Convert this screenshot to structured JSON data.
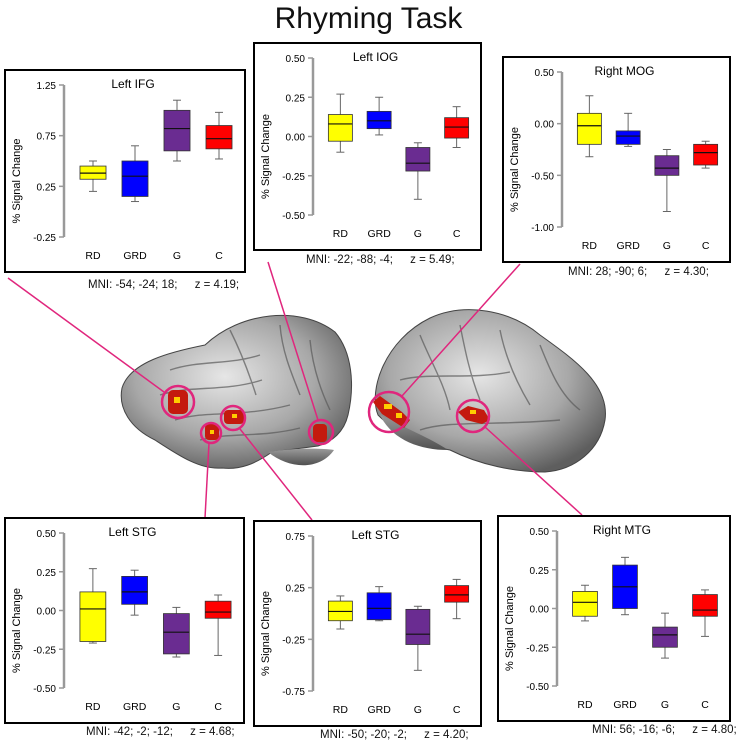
{
  "title": "Rhyming Task",
  "y_axis_label": "% Signal Change",
  "colors": {
    "RD": "#ffff00",
    "GRD": "#0000ff",
    "G": "#6a2c91",
    "C": "#ff0000",
    "connector": "#e0267d"
  },
  "chart_data": [
    {
      "type": "box",
      "title": "Left IFG",
      "categories": [
        "RD",
        "GRD",
        "G",
        "C"
      ],
      "ylabel": "% Signal Change",
      "ylim": [
        -0.25,
        1.25
      ],
      "yticks": [
        "1.25",
        "0.75",
        "0.25",
        "-0.25"
      ],
      "ytick_values": [
        1.25,
        0.75,
        0.25,
        -0.25
      ],
      "boxes": [
        {
          "min": 0.2,
          "q1": 0.32,
          "median": 0.38,
          "q3": 0.45,
          "max": 0.5
        },
        {
          "min": 0.1,
          "q1": 0.15,
          "median": 0.35,
          "q3": 0.5,
          "max": 0.65
        },
        {
          "min": 0.5,
          "q1": 0.6,
          "median": 0.82,
          "q3": 1.0,
          "max": 1.1
        },
        {
          "min": 0.52,
          "q1": 0.62,
          "median": 0.72,
          "q3": 0.85,
          "max": 0.98
        }
      ],
      "mni": "MNI: -54; -24; 18;",
      "z": "z = 4.19;"
    },
    {
      "type": "box",
      "title": "Left IOG",
      "categories": [
        "RD",
        "GRD",
        "G",
        "C"
      ],
      "ylabel": "% Signal Change",
      "ylim": [
        -0.5,
        0.5
      ],
      "yticks": [
        "0.50",
        "0.25",
        "0.00",
        "-0.25",
        "-0.50"
      ],
      "ytick_values": [
        0.5,
        0.25,
        0.0,
        -0.25,
        -0.5
      ],
      "boxes": [
        {
          "min": -0.1,
          "q1": -0.03,
          "median": 0.08,
          "q3": 0.14,
          "max": 0.27
        },
        {
          "min": 0.01,
          "q1": 0.05,
          "median": 0.1,
          "q3": 0.16,
          "max": 0.25
        },
        {
          "min": -0.4,
          "q1": -0.22,
          "median": -0.17,
          "q3": -0.07,
          "max": -0.04
        },
        {
          "min": -0.07,
          "q1": -0.01,
          "median": 0.06,
          "q3": 0.12,
          "max": 0.19
        }
      ],
      "mni": "MNI: -22; -88; -4;",
      "z": "z = 5.49;"
    },
    {
      "type": "box",
      "title": "Right MOG",
      "categories": [
        "RD",
        "GRD",
        "G",
        "C"
      ],
      "ylabel": "% Signal Change",
      "ylim": [
        -1.0,
        0.5
      ],
      "yticks": [
        "0.50",
        "0.00",
        "-0.50",
        "-1.00"
      ],
      "ytick_values": [
        0.5,
        0.0,
        -0.5,
        -1.0
      ],
      "boxes": [
        {
          "min": -0.32,
          "q1": -0.2,
          "median": -0.02,
          "q3": 0.1,
          "max": 0.27
        },
        {
          "min": -0.22,
          "q1": -0.2,
          "median": -0.12,
          "q3": -0.07,
          "max": 0.1
        },
        {
          "min": -0.85,
          "q1": -0.5,
          "median": -0.43,
          "q3": -0.31,
          "max": -0.25
        },
        {
          "min": -0.43,
          "q1": -0.4,
          "median": -0.28,
          "q3": -0.2,
          "max": -0.17
        }
      ],
      "mni": "MNI: 28; -90; 6;",
      "z": "z = 4.30;"
    },
    {
      "type": "box",
      "title": "Left STG",
      "categories": [
        "RD",
        "GRD",
        "G",
        "C"
      ],
      "ylabel": "% Signal Change",
      "ylim": [
        -0.5,
        0.5
      ],
      "yticks": [
        "0.50",
        "0.25",
        "0.00",
        "-0.25",
        "-0.50"
      ],
      "ytick_values": [
        0.5,
        0.25,
        0.0,
        -0.25,
        -0.5
      ],
      "boxes": [
        {
          "min": -0.21,
          "q1": -0.2,
          "median": 0.01,
          "q3": 0.12,
          "max": 0.27
        },
        {
          "min": -0.03,
          "q1": 0.04,
          "median": 0.12,
          "q3": 0.22,
          "max": 0.26
        },
        {
          "min": -0.3,
          "q1": -0.28,
          "median": -0.14,
          "q3": -0.02,
          "max": 0.02
        },
        {
          "min": -0.29,
          "q1": -0.05,
          "median": -0.01,
          "q3": 0.06,
          "max": 0.1
        }
      ],
      "mni": "MNI: -42; -2; -12;",
      "z": "z = 4.68;"
    },
    {
      "type": "box",
      "title": "Left STG",
      "categories": [
        "RD",
        "GRD",
        "G",
        "C"
      ],
      "ylabel": "% Signal Change",
      "ylim": [
        -0.75,
        0.75
      ],
      "yticks": [
        "0.75",
        "0.25",
        "-0.25",
        "-0.75"
      ],
      "ytick_values": [
        0.75,
        0.25,
        -0.25,
        -0.75
      ],
      "boxes": [
        {
          "min": -0.15,
          "q1": -0.07,
          "median": 0.02,
          "q3": 0.12,
          "max": 0.17
        },
        {
          "min": -0.07,
          "q1": -0.06,
          "median": 0.05,
          "q3": 0.2,
          "max": 0.26
        },
        {
          "min": -0.55,
          "q1": -0.3,
          "median": -0.2,
          "q3": 0.04,
          "max": 0.07
        },
        {
          "min": -0.05,
          "q1": 0.11,
          "median": 0.18,
          "q3": 0.27,
          "max": 0.33
        }
      ],
      "mni": "MNI: -50; -20; -2;",
      "z": "z = 4.20;"
    },
    {
      "type": "box",
      "title": "Right MTG",
      "categories": [
        "RD",
        "GRD",
        "G",
        "C"
      ],
      "ylabel": "% Signal Change",
      "ylim": [
        -0.5,
        0.5
      ],
      "yticks": [
        "0.50",
        "0.25",
        "0.00",
        "-0.25",
        "-0.50"
      ],
      "ytick_values": [
        0.5,
        0.25,
        0.0,
        -0.25,
        -0.5
      ],
      "boxes": [
        {
          "min": -0.08,
          "q1": -0.05,
          "median": 0.04,
          "q3": 0.11,
          "max": 0.15
        },
        {
          "min": -0.04,
          "q1": 0.0,
          "median": 0.14,
          "q3": 0.28,
          "max": 0.33
        },
        {
          "min": -0.32,
          "q1": -0.25,
          "median": -0.17,
          "q3": -0.12,
          "max": -0.03
        },
        {
          "min": -0.18,
          "q1": -0.05,
          "median": -0.01,
          "q3": 0.09,
          "max": 0.12
        }
      ],
      "mni": "MNI: 56; -16; -6;",
      "z": "z = 4.80;"
    }
  ]
}
